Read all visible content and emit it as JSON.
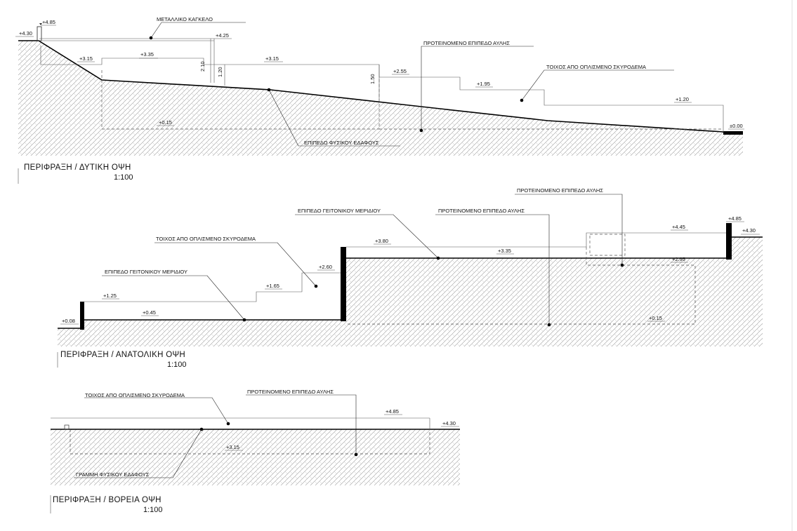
{
  "drawings": [
    {
      "id": "west",
      "title": "ΠΕΡΙΦΡΑΞΗ / ΔΥΤΙΚΗ ΟΨΗ",
      "scale": "1:100",
      "labels": {
        "railing": "ΜΕΤΑΛΛΙΚΟ ΚΑΓΚΕΛΟ",
        "proposed": "ΠΡΟΤΕΙΝΟΜΕΝΟ ΕΠΙΠΕΔΟ ΑΥΛΗΣ",
        "wall": "ΤΟΙΧΟΣ ΑΠΟ ΟΠΛΙΣΜΕΝΟ ΣΚΥΡΟΔΕΜΑ",
        "natural": "ΕΠΙΠΕΔΟ ΦΥΣΙΚΟΥ ΕΔΑΦΟΥΣ"
      },
      "levels": [
        "+4.85",
        "+4.30",
        "+4.25",
        "+3.35",
        "+3.15",
        "+3.15",
        "+2.55",
        "+1.95",
        "+1.20",
        "±0.00",
        "+0.15"
      ],
      "dims": [
        "2.10",
        "1.20",
        "1.50"
      ]
    },
    {
      "id": "east",
      "title": "ΠΕΡΙΦΡΑΞΗ / ΑΝΑΤΟΛΙΚΗ ΟΨΗ",
      "scale": "1:100",
      "labels": {
        "proposed_top": "ΠΡΟΤΕΙΝΟΜΕΝΟ ΕΠΙΠΕΔΟ ΑΥΛΗΣ",
        "neighbor_top": "ΕΠΙΠΕΔΟ ΓΕΙΤΟΝΙΚΟΥ ΜΕΡΙΔΙΟΥ",
        "proposed": "ΠΡΟΤΕΙΝΟΜΕΝΟ ΕΠΙΠΕΔΟ ΑΥΛΗΣ",
        "wall": "ΤΟΙΧΟΣ ΑΠΟ ΟΠΛΙΣΜΕΝΟ ΣΚΥΡΟΔΕΜΑ",
        "neighbor": "ΕΠΙΠΕΔΟ ΓΕΙΤΟΝΙΚΟΥ ΜΕΡΙΔΙΟΥ"
      },
      "levels": [
        "+4.85",
        "+4.30",
        "+4.45",
        "+3.80",
        "+3.35",
        "+2.95",
        "+2.60",
        "+1.65",
        "+1.25",
        "+0.45",
        "+0.08",
        "+0.15"
      ]
    },
    {
      "id": "north",
      "title": "ΠΕΡΙΦΡΑΞΗ / ΒΟΡΕΙΑ ΟΨΗ",
      "scale": "1:100",
      "labels": {
        "wall": "ΤΟΙΧΟΣ ΑΠΟ ΟΠΛΙΣΜΕΝΟ ΣΚΥΡΟΔΕΜΑ",
        "proposed": "ΠΡΟΤΕΙΝΟΜΕΝΟ ΕΠΙΠΕΔΟ ΑΥΛΗΣ",
        "natural_line": "ΓΡΑΜΜΗ ΦΥΣΙΚΟΥ ΕΔΑΦΟΥΣ"
      },
      "levels": [
        "+4.85",
        "+4.30",
        "+3.15"
      ]
    }
  ]
}
